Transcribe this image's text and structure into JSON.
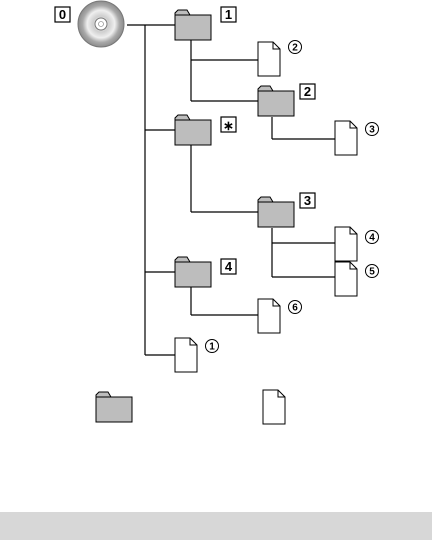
{
  "root": {
    "label": "0",
    "icon": "disc-icon"
  },
  "folders": [
    {
      "id": "folder-1",
      "label": "1"
    },
    {
      "id": "folder-2",
      "label": "2"
    },
    {
      "id": "folder-star",
      "label": "∗"
    },
    {
      "id": "folder-3",
      "label": "3"
    },
    {
      "id": "folder-4",
      "label": "4"
    }
  ],
  "files": [
    {
      "id": "file-1",
      "label": "1"
    },
    {
      "id": "file-2",
      "label": "2"
    },
    {
      "id": "file-3",
      "label": "3"
    },
    {
      "id": "file-4",
      "label": "4"
    },
    {
      "id": "file-5",
      "label": "5"
    },
    {
      "id": "file-6",
      "label": "6"
    }
  ],
  "legend": {
    "folder_icon": "folder-icon",
    "file_icon": "file-icon"
  },
  "colors": {
    "folder_fill": "#bdbdbd",
    "line": "#000000",
    "band": "#d7d7d7"
  }
}
